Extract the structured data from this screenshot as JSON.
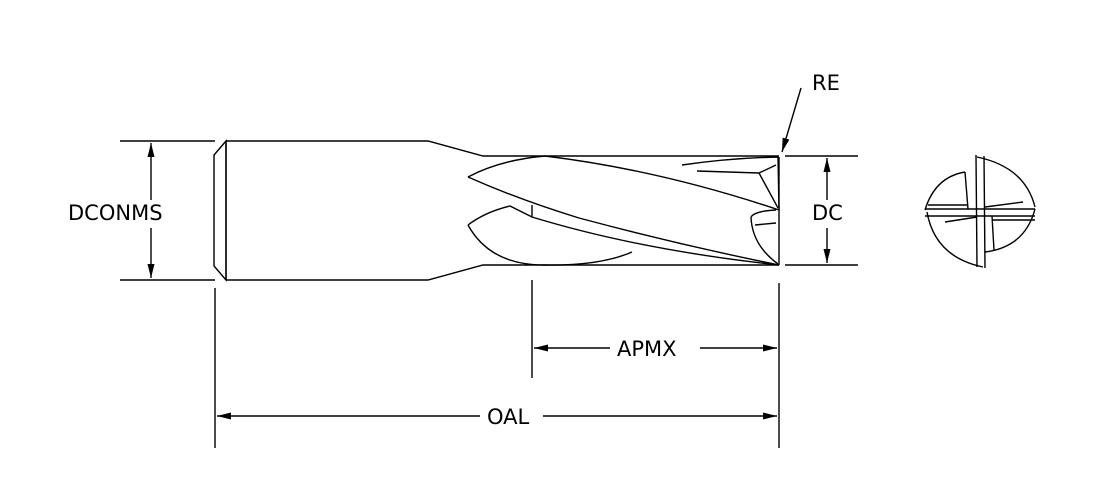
{
  "labels": {
    "dconms": "DCONMS",
    "dc": "DC",
    "re": "RE",
    "apmx": "APMX",
    "oal": "OAL"
  },
  "colors": {
    "line": "#000000",
    "background": "#ffffff"
  }
}
